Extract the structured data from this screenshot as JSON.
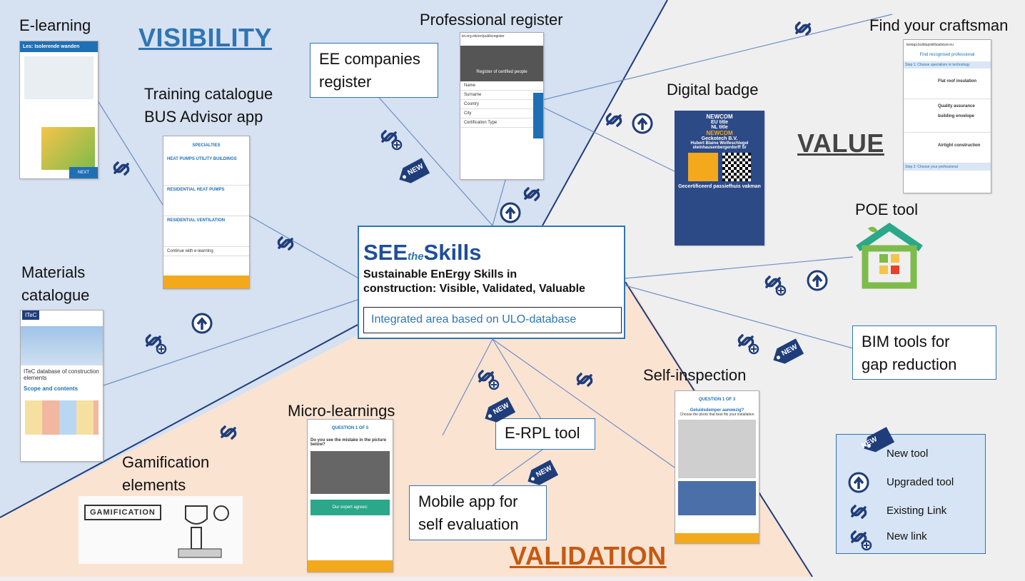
{
  "zones": {
    "visibility": "VISIBILITY",
    "value": "VALUE",
    "validation": "VALIDATION"
  },
  "center": {
    "brand_see": "SEE",
    "brand_the": "the",
    "brand_skills": "Skills",
    "subtitle_1": "Sustainable EnErgy Skills in",
    "subtitle_2": "construction: Visible, Validated, Valuable",
    "area": "Integrated area based on ULO-database"
  },
  "labels": {
    "elearning": "E-learning",
    "training_1": "Training catalogue",
    "training_2": "BUS Advisor app",
    "materials_1": "Materials",
    "materials_2": "catalogue",
    "professional": "Professional register",
    "ee_1": "EE companies",
    "ee_2": "register",
    "digital_badge": "Digital badge",
    "find": "Find your craftsman",
    "poe": "POE tool",
    "bim_1": "BIM tools for",
    "bim_2": "gap reduction",
    "self_inspection": "Self-inspection",
    "erpl": "E-RPL tool",
    "mobile_1": "Mobile app for",
    "mobile_2": "self evaluation",
    "micro": "Micro-learnings",
    "gamif_1": "Gamification",
    "gamif_2": "elements"
  },
  "legend": {
    "new_tool": "New tool",
    "upgraded_tool": "Upgraded tool",
    "existing_link": "Existing Link",
    "new_link": "New link"
  },
  "badge_text": "NEW",
  "shots": {
    "elearning": {
      "title": "Les: Isolerende wanden",
      "button": "NEXT"
    },
    "training": {
      "title": "SPECIALTIES",
      "items": [
        "HEAT PUMPS UTILITY BUILDINGS",
        "RESIDENTIAL HEAT PUMPS",
        "RESIDENTIAL VENTILATION"
      ],
      "cta": "Continue with e-learning"
    },
    "professional": {
      "url": "lei.org.mk/en/publicregister",
      "banner": "Register of certified people",
      "fields": [
        "Name",
        "Surname",
        "Country",
        "City",
        "Certification Type"
      ]
    },
    "badge": {
      "org": "NEWCOM",
      "t1": "EU title",
      "t2": "NL title",
      "t3": "NEWCOM",
      "company": "Geckotech B.V.",
      "person": "Hubert Blaine Wolfeschlegel steinhausenbergerdorff Sr",
      "cert": "Gecertificeerd passiefhuis vakman"
    },
    "find": {
      "url": "testapi.buildupskillsadvisor.eu",
      "title": "Find recognised professional",
      "step1": "Step 1: Choose specialism or technology",
      "items": [
        "Flat roof insulation",
        "Quality assurance building envelope",
        "Airtight construction"
      ],
      "step2": "Step 2: Choose your professional"
    },
    "materials": {
      "logo": "ITeC",
      "title": "ITeC database of construction elements",
      "heading": "Scope and contents"
    },
    "micro": {
      "title": "QUESTION 1 OF 5",
      "question": "Do you see the mistake in the picture below?",
      "answer": "Our expert agrees:"
    },
    "self": {
      "title": "QUESTION 1 OF 3",
      "question": "Geluidsdemper aanwezig?",
      "hint": "Choose the photo that best fits your installation"
    },
    "gamification": {
      "tag": "GAMIFICATION"
    }
  },
  "colors": {
    "accent": "#2e75b6",
    "visibility_bg": "#d6e1f1",
    "validation_bg": "#fbe3d2",
    "value_bg": "#efefef",
    "validation_text": "#c55a11"
  }
}
